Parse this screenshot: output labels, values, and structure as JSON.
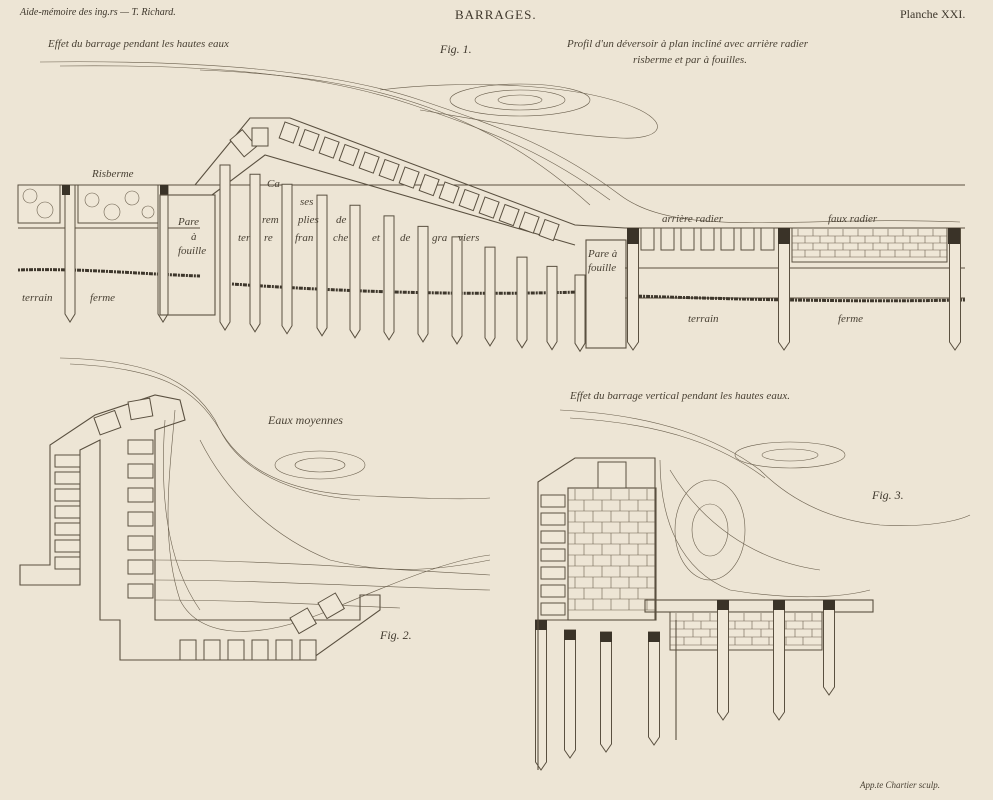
{
  "header": {
    "left": "Aide-mémoire des ing.rs — T. Richard.",
    "center": "BARRAGES.",
    "right": "Planche XXI."
  },
  "footer": {
    "signature": "App.te Chartier sculp."
  },
  "fig1": {
    "number": "Fig. 1.",
    "caption_left": "Effet du barrage pendant les hautes eaux",
    "caption_right_line1": "Profil d'un déversoir à plan incliné avec arrière radier",
    "caption_right_line2": "risberme et par à fouilles.",
    "risberme": "Risberme",
    "pare_left_1": "Pare",
    "pare_left_2": "à",
    "pare_left_3": "fouille",
    "cases_1": "Ca",
    "cases_2": "ses",
    "cases_3": "rem",
    "cases_4": "plies",
    "cases_5": "de",
    "cases_6": "ter",
    "cases_7": "re",
    "cases_8": "fran",
    "cases_9": "che",
    "cases_10": "et",
    "cases_11": "de",
    "cases_12": "gra",
    "cases_13": "viers",
    "pare_right_1": "Pare à",
    "pare_right_2": "fouille",
    "arriere_radier": "arrière radier",
    "faux_radier": "faux radier",
    "terrain_left": "terrain",
    "ferme_left": "ferme",
    "terrain_right": "terrain",
    "ferme_right": "ferme"
  },
  "fig2": {
    "number": "Fig. 2.",
    "caption": "Eaux moyennes"
  },
  "fig3": {
    "number": "Fig. 3.",
    "caption": "Effet du barrage vertical pendant les hautes eaux."
  }
}
